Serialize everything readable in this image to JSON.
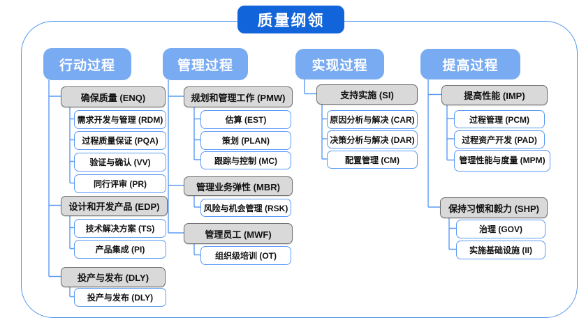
{
  "title": "质量纲领",
  "colors": {
    "title_bg": "#1164d9",
    "header_bg": "#79abf2",
    "connector": "#5b9bf5",
    "frame_border": "#4f94ee",
    "group_bg": "#d9d9d9",
    "group_border": "#6e6e6e",
    "leaf_border": "#5b9bf5"
  },
  "columns": [
    {
      "header": "行动过程",
      "groups": [
        {
          "label": "确保质量 (ENQ)",
          "children": [
            "需求开发与管理 (RDM)",
            "过程质量保证 (PQA)",
            "验证与确认 (VV)",
            "同行评审 (PR)"
          ]
        },
        {
          "label": "设计和开发产品 (EDP)",
          "children": [
            "技术解决方案 (TS)",
            "产品集成 (PI)"
          ]
        },
        {
          "label": "投产与发布 (DLY)",
          "children": [
            "投产与发布 (DLY)"
          ]
        }
      ]
    },
    {
      "header": "管理过程",
      "groups": [
        {
          "label": "规划和管理工作 (PMW)",
          "children": [
            "估算 (EST)",
            "策划 (PLAN)",
            "跟踪与控制 (MC)"
          ]
        },
        {
          "label": "管理业务弹性 (MBR)",
          "children": [
            "风险与机会管理 (RSK)"
          ]
        },
        {
          "label": "管理员工 (MWF)",
          "children": [
            "组织级培训 (OT)"
          ]
        }
      ]
    },
    {
      "header": "实现过程",
      "groups": [
        {
          "label": "支持实施 (SI)",
          "children": [
            "原因分析与解决 (CAR)",
            "决策分析与解决 (DAR)",
            "配置管理 (CM)"
          ]
        }
      ]
    },
    {
      "header": "提高过程",
      "groups": [
        {
          "label": "提高性能 (IMP)",
          "children": [
            "过程管理 (PCM)",
            "过程资产开发 (PAD)",
            "管理性能与度量 (MPM)"
          ]
        },
        {
          "label": "保持习惯和毅力 (SHP)",
          "children": [
            "治理 (GOV)",
            "实施基础设施 (II)"
          ]
        }
      ]
    }
  ]
}
